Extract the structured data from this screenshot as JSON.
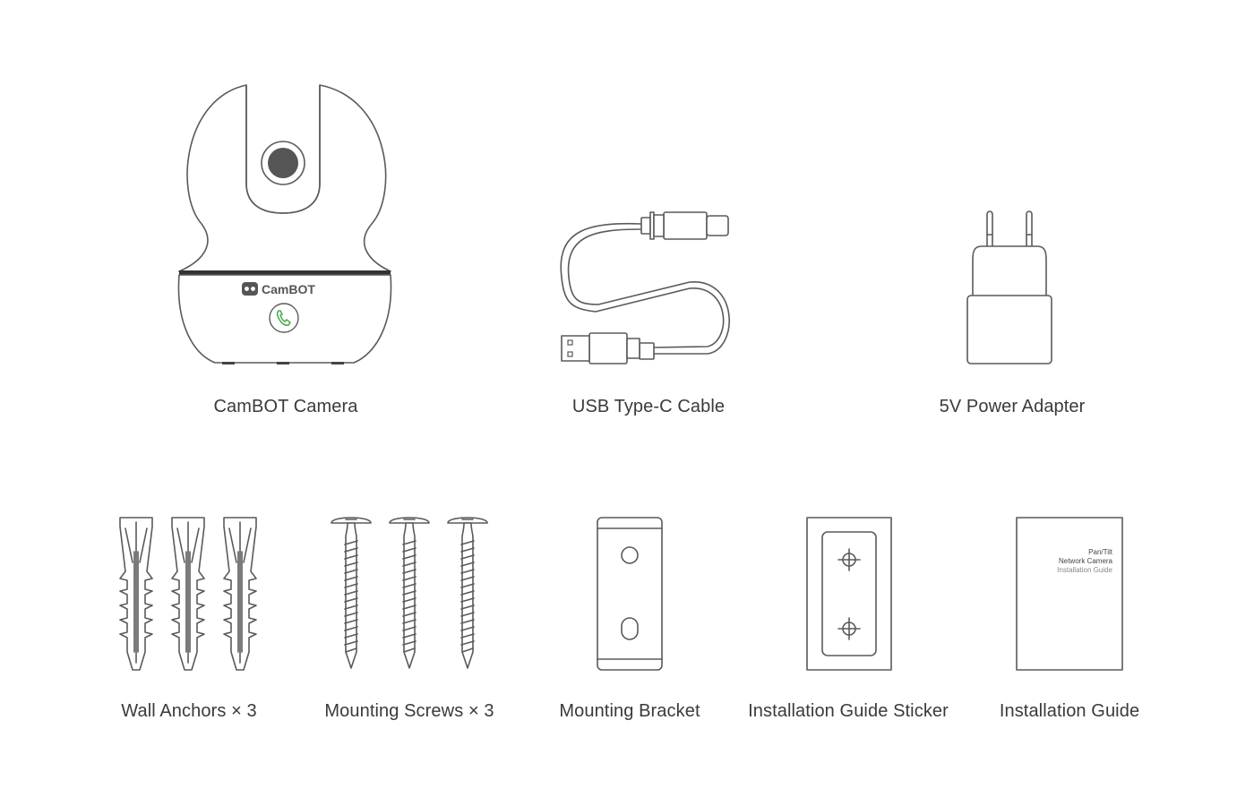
{
  "items": [
    {
      "id": "camera",
      "label": "CamBOT Camera"
    },
    {
      "id": "cable",
      "label": "USB Type-C Cable"
    },
    {
      "id": "adapter",
      "label": "5V Power Adapter"
    },
    {
      "id": "anchors",
      "label": "Wall Anchors × 3"
    },
    {
      "id": "screws",
      "label": "Mounting Screws × 3"
    },
    {
      "id": "bracket",
      "label": "Mounting Bracket"
    },
    {
      "id": "sticker",
      "label": "Installation Guide Sticker"
    },
    {
      "id": "guide",
      "label": "Installation Guide"
    }
  ],
  "camera": {
    "brand": "CamBOT",
    "call_button_color": "#4caf50"
  },
  "guide_cover": {
    "line1": "Pan/Tilt",
    "line2": "Network Camera",
    "line3": "Installation Guide"
  },
  "colors": {
    "line": "#5a5a5a",
    "accent": "#4caf50",
    "text": "#3a3a3a"
  }
}
